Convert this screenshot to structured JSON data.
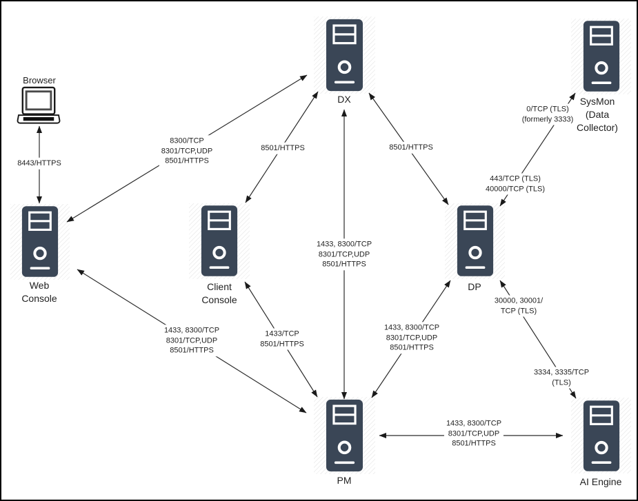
{
  "diagram": {
    "nodes": {
      "browser": {
        "lines": [
          "Browser"
        ]
      },
      "web_console": {
        "lines": [
          "Web",
          "Console"
        ]
      },
      "client_console": {
        "lines": [
          "Client",
          "Console"
        ]
      },
      "dx": {
        "lines": [
          "DX"
        ]
      },
      "sysmon": {
        "lines": [
          "SysMon",
          "(Data",
          "Collector)"
        ]
      },
      "dp": {
        "lines": [
          "DP"
        ]
      },
      "pm": {
        "lines": [
          "PM"
        ]
      },
      "ai_engine": {
        "lines": [
          "AI Engine"
        ]
      }
    },
    "edge_labels": {
      "browser_webconsole": {
        "lines": [
          "8443/HTTPS"
        ]
      },
      "webconsole_dx": {
        "lines": [
          "8300/TCP",
          "8301/TCP,UDP",
          "8501/HTTPS"
        ]
      },
      "clientconsole_dx": {
        "lines": [
          "8501/HTTPS"
        ]
      },
      "dx_dp": {
        "lines": [
          "8501/HTTPS"
        ]
      },
      "dp_sysmon_upper": {
        "lines": [
          "0/TCP (TLS)",
          "(formerly 3333)"
        ]
      },
      "dp_sysmon_lower": {
        "lines": [
          "443/TCP (TLS)",
          "40000/TCP (TLS)"
        ]
      },
      "pm_dx": {
        "lines": [
          "1433, 8300/TCP",
          "8301/TCP,UDP",
          "8501/HTTPS"
        ]
      },
      "webconsole_pm": {
        "lines": [
          "1433, 8300/TCP",
          "8301/TCP,UDP",
          "8501/HTTPS"
        ]
      },
      "clientconsole_pm": {
        "lines": [
          "1433/TCP",
          "8501/HTTPS"
        ]
      },
      "dp_pm": {
        "lines": [
          "1433, 8300/TCP",
          "8301/TCP,UDP",
          "8501/HTTPS"
        ]
      },
      "dp_aiengine_upper": {
        "lines": [
          "30000, 30001/",
          "TCP (TLS)"
        ]
      },
      "dp_aiengine_lower": {
        "lines": [
          "3334, 3335/TCP",
          "(TLS)"
        ]
      },
      "pm_aiengine": {
        "lines": [
          "1433, 8300/TCP",
          "8301/TCP,UDP",
          "8501/HTTPS"
        ]
      }
    },
    "colors": {
      "server_fill": "#3a4656",
      "line": "#2b2b2b",
      "text": "#1f1f1f",
      "background": "#ffffff"
    }
  }
}
